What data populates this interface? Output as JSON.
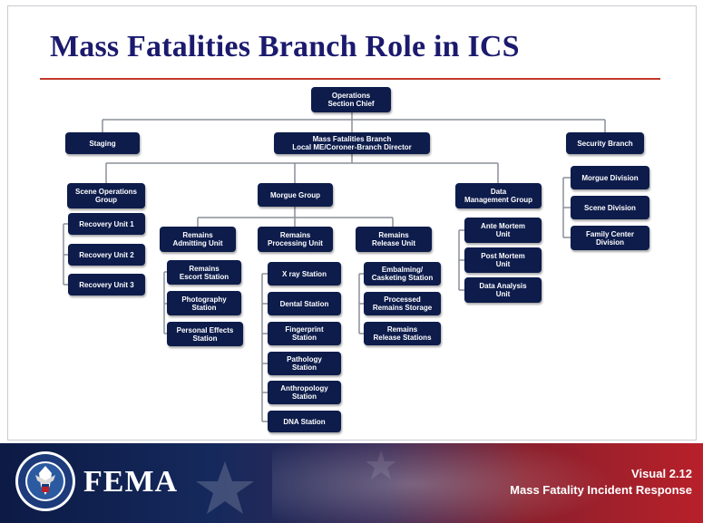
{
  "slide": {
    "title": "Mass Fatalities Branch Role in ICS"
  },
  "org_chart": {
    "top": "Operations\nSection Chief",
    "staging": "Staging",
    "mf_branch": "Mass Fatalities Branch\nLocal ME/Coroner-Branch Director",
    "security_branch": "Security Branch",
    "security_units": [
      "Morgue Division",
      "Scene Division",
      "Family Center\nDivision"
    ],
    "scene_ops": "Scene Operations\nGroup",
    "recovery_units": [
      "Recovery Unit 1",
      "Recovery Unit 2",
      "Recovery Unit 3"
    ],
    "morgue_group": "Morgue Group",
    "data_group": "Data\nManagement Group",
    "data_units": [
      "Ante Mortem\nUnit",
      "Post Mortem\nUnit",
      "Data Analysis\nUnit"
    ],
    "admitting_unit": "Remains\nAdmitting Unit",
    "admitting_stations": [
      "Remains\nEscort Station",
      "Photography\nStation",
      "Personal Effects\nStation"
    ],
    "processing_unit": "Remains\nProcessing Unit",
    "processing_stations": [
      "X ray Station",
      "Dental Station",
      "Fingerprint\nStation",
      "Pathology\nStation",
      "Anthropology\nStation",
      "DNA Station"
    ],
    "release_unit": "Remains\nRelease Unit",
    "release_stations": [
      "Embalming/\nCasketing Station",
      "Processed\nRemains Storage",
      "Remains\nRelease Stations"
    ]
  },
  "footer": {
    "agency": "FEMA",
    "visual_number": "Visual 2.12",
    "course_title": "Mass Fatality Incident Response",
    "seal_icon": "dhs-seal-icon"
  },
  "colors": {
    "box_fill": "#0d1c4b",
    "title_color": "#1b1a6e",
    "rule_color": "#c0392b",
    "connector_color": "#8a8f99"
  }
}
